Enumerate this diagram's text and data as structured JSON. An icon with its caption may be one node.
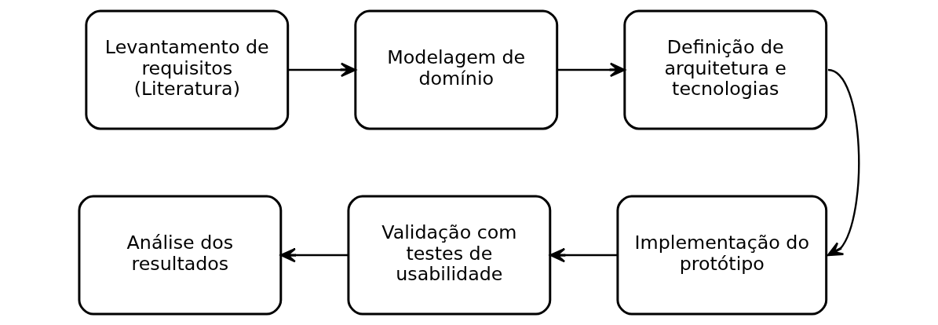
{
  "diagram": {
    "nodes": [
      {
        "text": [
          "Levantamento de requisitos (Literatura)"
        ]
      },
      {
        "text": [
          "Modelagem de domínio"
        ]
      },
      {
        "text": [
          "Definição de arquitetura e tecnologias"
        ]
      },
      {
        "text": [
          "Implementação do protótipo"
        ]
      },
      {
        "text": [
          "Validação com testes de usabilidade"
        ]
      },
      {
        "text": [
          "Análise dos resultados"
        ]
      }
    ],
    "edges": [
      {
        "from": 0,
        "to": 1,
        "arrow": "to"
      },
      {
        "from": 1,
        "to": 2,
        "arrow": "to"
      },
      {
        "from": 2,
        "to": 3,
        "arrow": "to"
      },
      {
        "from": 3,
        "to": 4,
        "arrow": "to"
      },
      {
        "from": 4,
        "to": 5,
        "arrow": "to"
      }
    ]
  }
}
